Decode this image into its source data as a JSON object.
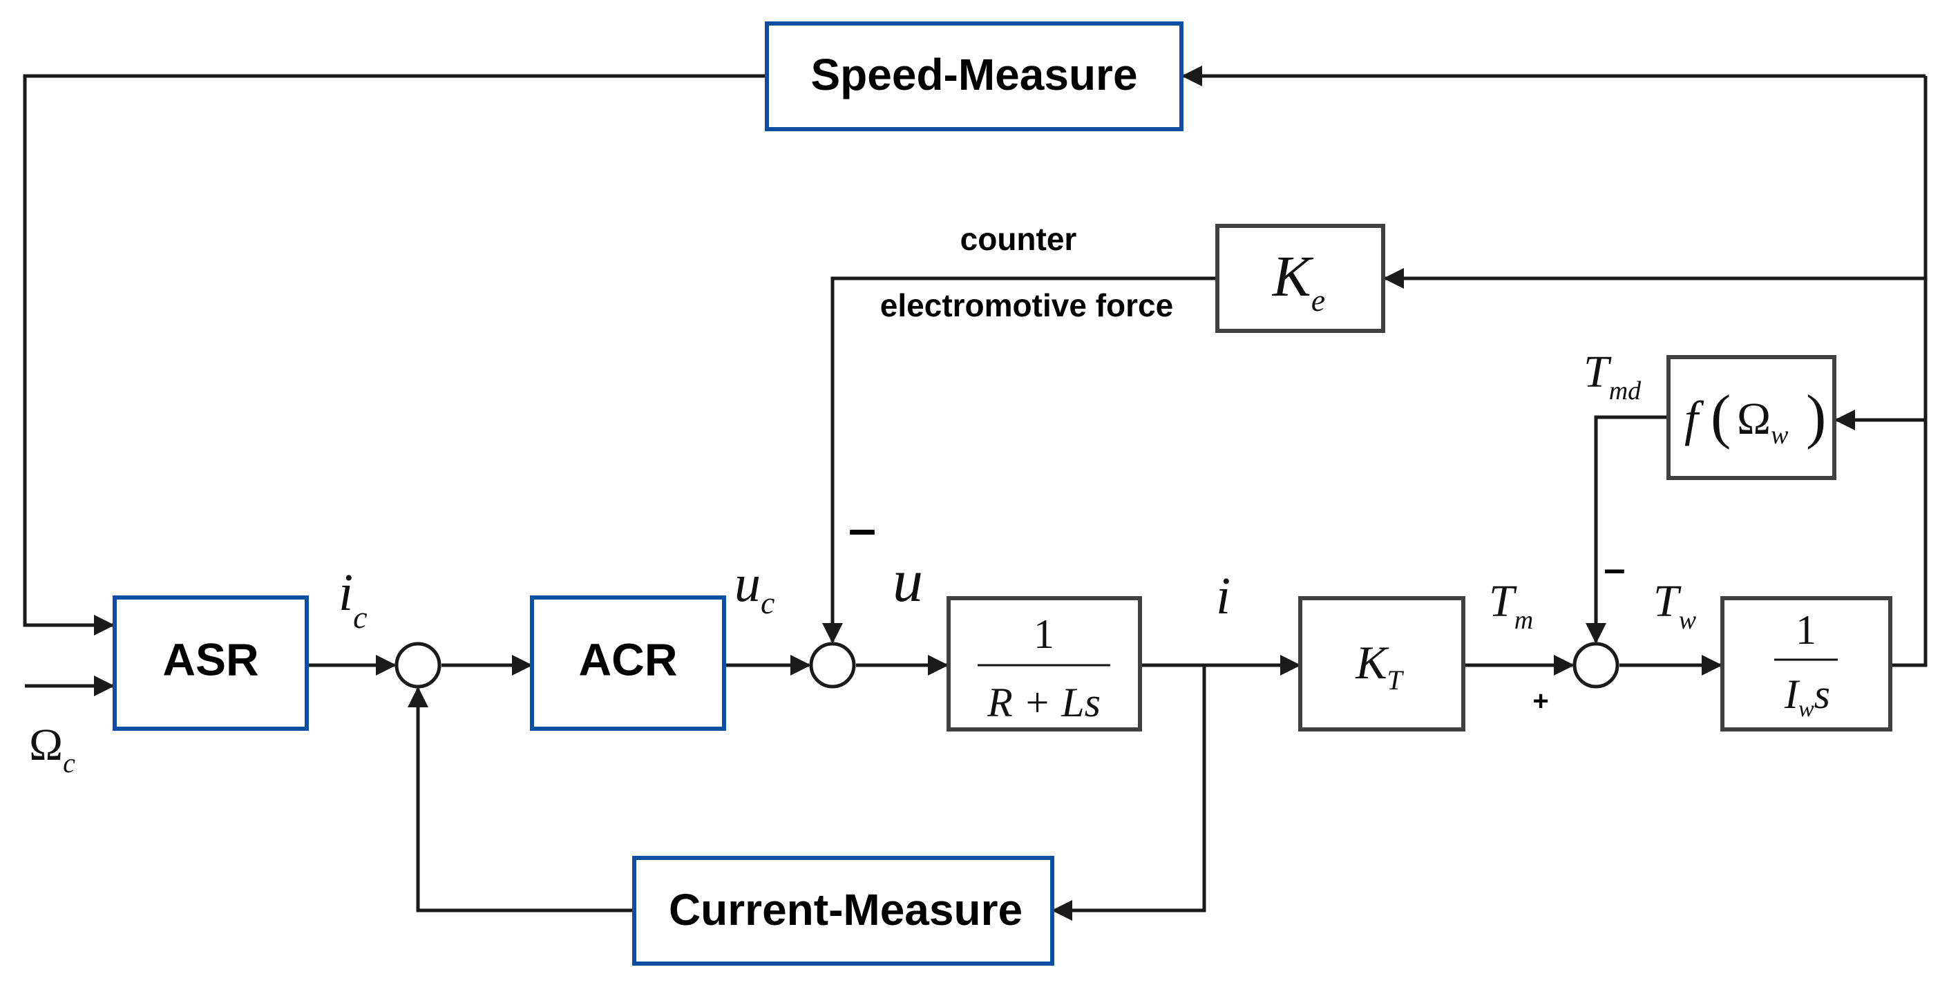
{
  "blocks": {
    "speed_measure": "Speed-Measure",
    "current_measure": "Current-Measure",
    "asr": "ASR",
    "acr": "ACR",
    "plant_numerator": "1",
    "plant_denominator": "R + Ls",
    "ke_main": "K",
    "ke_sub": "e",
    "kt_main": "K",
    "kt_sub": "T",
    "friction_func": "f",
    "friction_arg_main": "Ω",
    "friction_arg_sub": "w",
    "inertia_numerator": "1",
    "inertia_den_main": "I",
    "inertia_den_sub": "w",
    "inertia_den_s": "s"
  },
  "signals": {
    "ic_main": "i",
    "ic_sub": "c",
    "uc_main": "u",
    "uc_sub": "c",
    "u": "u",
    "i": "i",
    "tm_main": "T",
    "tm_sub": "m",
    "tw_main": "T",
    "tw_sub": "w",
    "tmd_main": "T",
    "tmd_sub": "md",
    "omega_c_main": "Ω",
    "omega_c_sub": "c"
  },
  "annotations": {
    "counter_emf_line1": "counter",
    "counter_emf_line2": "electromotive force"
  },
  "signs": {
    "minus_back_emf": "–",
    "minus_tmd": "–",
    "plus_tm": "+"
  }
}
